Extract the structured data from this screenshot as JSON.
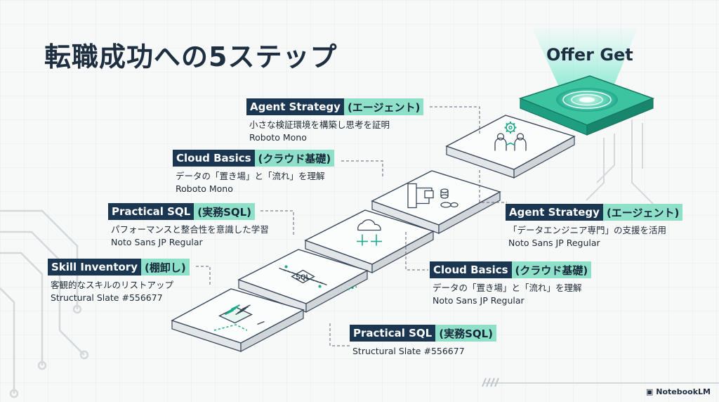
{
  "title": "転職成功への5ステップ",
  "goal_label": "Offer Get",
  "brand": "NotebookLM",
  "colors": {
    "navy": "#1b3650",
    "mint": "#8fe0c8",
    "teal": "#1fa88a",
    "background": "#f7f8f8"
  },
  "steps": [
    {
      "icon": "checklist-icon",
      "label": ""
    },
    {
      "icon": "sql-chip-icon",
      "label": "SQL"
    },
    {
      "icon": "cloud-icon",
      "label": ""
    },
    {
      "icon": "flowchart-icon",
      "label": ""
    },
    {
      "icon": "people-gear-icon",
      "label": ""
    }
  ],
  "left_callouts": [
    {
      "en": "Skill Inventory",
      "jp": "(棚卸し)",
      "line1": "客観的なスキルのリストアップ",
      "line2": "Structural Slate #556677"
    },
    {
      "en": "Practical SQL",
      "jp": "(実務SQL)",
      "line1": "パフォーマンスと整合性を意識した学習",
      "line2": "Noto Sans JP Regular"
    },
    {
      "en": "Cloud Basics",
      "jp": "(クラウド基礎)",
      "line1": "データの「置き場」と「流れ」を理解",
      "line2": "Roboto Mono"
    },
    {
      "en": "Agent Strategy",
      "jp": "(エージェント)",
      "line1": "小さな検証環境を構築し思考を証明",
      "line2": "Roboto Mono"
    }
  ],
  "right_callouts": [
    {
      "en": "Agent Strategy",
      "jp": "(エージェント)",
      "line1": "「データエンジニア専門」の支援を活用",
      "line2": "Noto Sans JP Regular"
    },
    {
      "en": "Cloud Basics",
      "jp": "(クラウド基礎)",
      "line1": "データの「置き場」と「流れ」を理解",
      "line2": "Noto Sans JP Regular"
    },
    {
      "en": "Practical SQL",
      "jp": "(実務SQL)",
      "line1": "Structural Slate #556677",
      "line2": ""
    }
  ]
}
